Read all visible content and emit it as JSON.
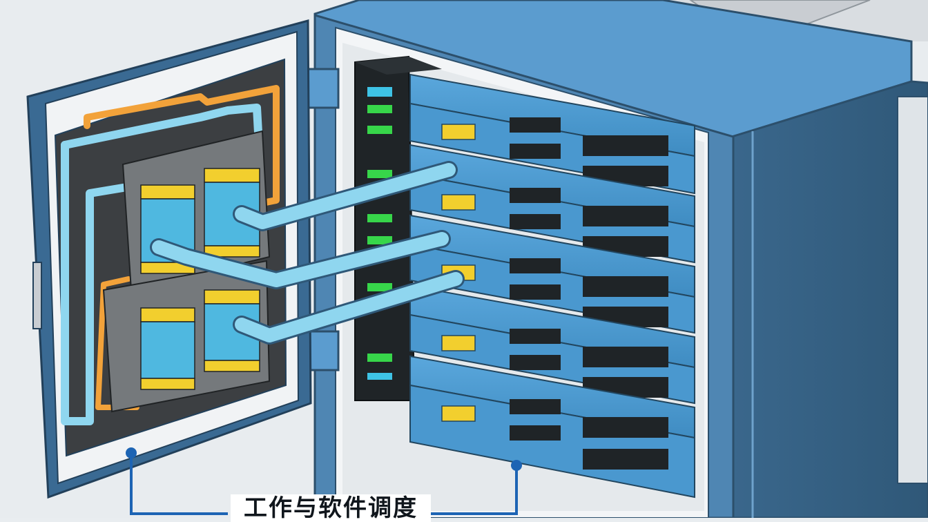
{
  "caption": "工作与软件调度",
  "colors": {
    "cabinet_blue": "#3f6f96",
    "panel_blue": "#4b95c8",
    "cable_cyan": "#8fd6ef",
    "cable_orange": "#f2a23a",
    "module_yellow": "#f2cf2e",
    "led_green": "#37d64a",
    "callout_blue": "#1d64b4"
  },
  "icons": {
    "left_door": "control-door-panel",
    "right_cabinet": "server-rack",
    "servers": "blade-server-units",
    "patch_modules": "yellow-connector-modules",
    "cables": "fiber-cable-bundles",
    "callouts": "callout-dots"
  }
}
